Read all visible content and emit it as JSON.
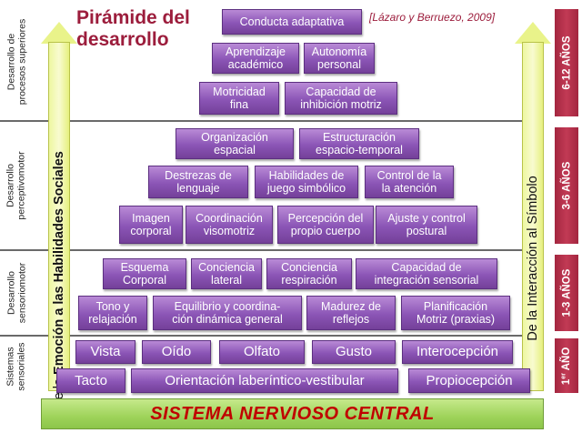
{
  "title_line1": "Pirámide del",
  "title_line2": "desarrollo",
  "citation": "[Lázaro y Berruezo, 2009]",
  "levels": [
    {
      "name": "Desarrollo de procesos superiores",
      "line1": "Desarrollo de",
      "line2": "procesos superiores",
      "age": "6-12 AÑOS"
    },
    {
      "name": "Desarrollo perceptivomotor",
      "line1": "Desarrollo",
      "line2": "perceptivomotor",
      "age": "3-6 AÑOS"
    },
    {
      "name": "Desarrollo sensoriomotor",
      "line1": "Desarrollo",
      "line2": "sensoriomotor",
      "age": "1-3 AÑOS"
    },
    {
      "name": "Sistemas sensoriales",
      "line1": "Sistemas",
      "line2": "sensoriales",
      "age_num": "1",
      "age_sup": "er",
      "age_word": " AÑO"
    }
  ],
  "left_arrow": {
    "prefix": "De la ",
    "bold": "Emoción a las Habilidades Sociales"
  },
  "right_arrow": {
    "text": "De la Interacción al Símbolo"
  },
  "blocks": {
    "b1": "Conducta adaptativa",
    "b2a": "Aprendizaje",
    "b2b": "académico",
    "b3a": "Autonomía",
    "b3b": "personal",
    "b4a": "Motricidad",
    "b4b": "fina",
    "b5a": "Capacidad de",
    "b5b": "inhibición motriz",
    "b6a": "Organización",
    "b6b": "espacial",
    "b7a": "Estructuración",
    "b7b": "espacio-temporal",
    "b8a": "Destrezas de",
    "b8b": "lenguaje",
    "b9a": "Habilidades de",
    "b9b": "juego simbólico",
    "b10a": "Control de la",
    "b10b": "la atención",
    "b11a": "Imagen",
    "b11b": "corporal",
    "b12a": "Coordinación",
    "b12b": "visomotriz",
    "b13a": "Percepción del",
    "b13b": "propio cuerpo",
    "b14a": "Ajuste y control",
    "b14b": "postural",
    "b15a": "Esquema",
    "b15b": "Corporal",
    "b16a": "Conciencia",
    "b16b": "lateral",
    "b17a": "Conciencia",
    "b17b": "respiración",
    "b18a": "Capacidad de",
    "b18b": "integración sensorial",
    "b19a": "Tono y",
    "b19b": "relajación",
    "b20a": "Equilibrio y coordina-",
    "b20b": "ción dinámica general",
    "b21a": "Madurez de",
    "b21b": "reflejos",
    "b22a": "Planificación",
    "b22b": "Motriz (praxias)",
    "b23": "Vista",
    "b24": "Oído",
    "b25": "Olfato",
    "b26": "Gusto",
    "b27": "Interocepción",
    "b28": "Tacto",
    "b29": "Orientación laberíntico-vestibular",
    "b30": "Propiocepción"
  },
  "base": "SISTEMA NERVIOSO CENTRAL",
  "colors": {
    "block": "#8b55b6",
    "title": "#9c1d3c",
    "age": "#a3263f",
    "base": "#9ed35a",
    "base_text": "#c00000",
    "arrow": "#e9f38a"
  }
}
